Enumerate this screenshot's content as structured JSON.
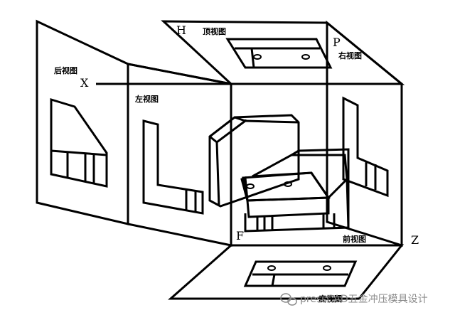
{
  "axes": {
    "h": "H",
    "p": "P",
    "x": "X",
    "f": "F",
    "z": "Z"
  },
  "views": {
    "top": "顶视图",
    "right": "右视图",
    "rear": "后视图",
    "left": "左视图",
    "front": "前视图",
    "bottom": "底视图"
  },
  "watermark": {
    "text": "pressCAD五金冲压模具设计"
  },
  "colors": {
    "line": "#000000",
    "background": "#ffffff",
    "watermark": "#8a8a8a"
  }
}
